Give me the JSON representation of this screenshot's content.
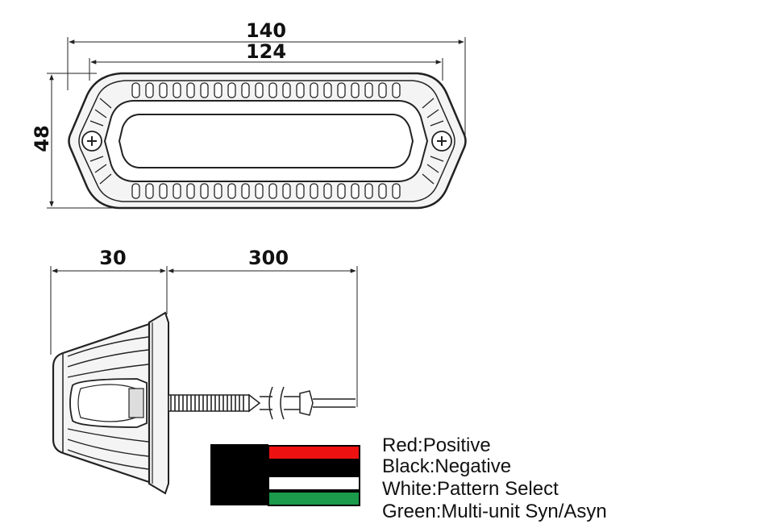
{
  "dimensions": {
    "overall_width": "140",
    "lens_width": "124",
    "height": "48",
    "depth": "30",
    "cable_length": "300"
  },
  "wire_legend": [
    {
      "label": "Red:Positive",
      "color": "#ee1111"
    },
    {
      "label": "Black:Negative",
      "color": "#000000"
    },
    {
      "label": "White:Pattern Select",
      "color": "#ffffff"
    },
    {
      "label": "Green:Multi-unit Syn/Asyn",
      "color": "#1a9a4a"
    }
  ]
}
